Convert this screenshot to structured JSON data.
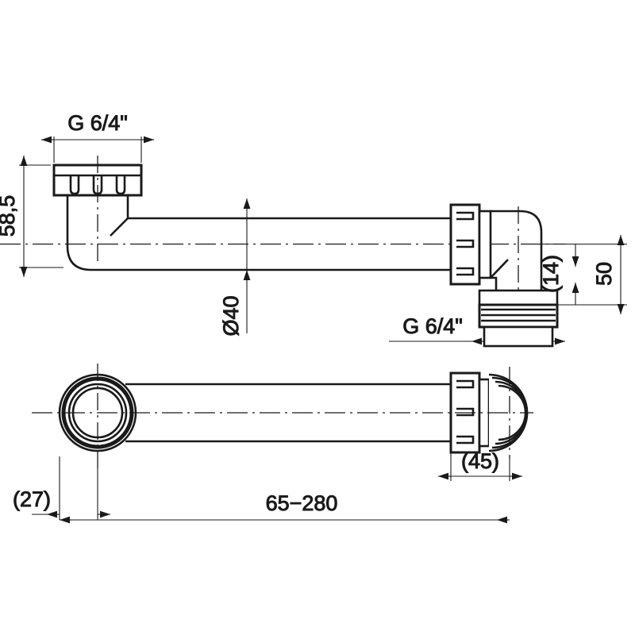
{
  "drawing": {
    "title": "Plumbing trap / pipe connector technical drawing",
    "background_color": "#ffffff",
    "line_color": "#1a1a1a",
    "views": [
      {
        "name": "side-elevation-view",
        "position": "top"
      },
      {
        "name": "plan-view",
        "position": "bottom"
      }
    ]
  },
  "dimensions": {
    "thread_top": "G 6/4\"",
    "height_left": "58,5",
    "pipe_diameter": "Ø40",
    "thread_outlet": "G 6/4\"",
    "outlet_offset": "(14)",
    "outlet_height": "50",
    "nut_length": "(45)",
    "flange_offset": "(27)",
    "length_range": "65−280"
  },
  "labels": {
    "thread_top_name": "top-inlet-thread-dimension",
    "height_left_name": "inlet-height-dimension",
    "pipe_diameter_name": "pipe-diameter-dimension",
    "thread_outlet_name": "outlet-thread-dimension",
    "outlet_offset_name": "outlet-offset-dimension",
    "outlet_height_name": "outlet-height-dimension",
    "nut_length_name": "nut-length-dimension",
    "flange_offset_name": "flange-offset-dimension",
    "length_range_name": "overall-length-dimension"
  }
}
